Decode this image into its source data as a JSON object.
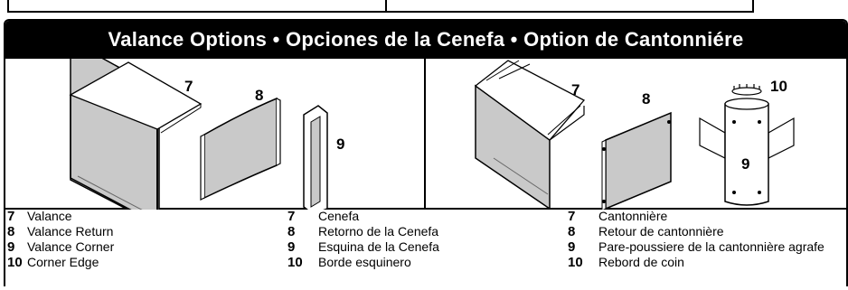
{
  "header": {
    "title": "Valance Options • Opciones de la Cenefa • Option de Cantonniére"
  },
  "illustrations": {
    "left_labels": [
      "7",
      "8",
      "9"
    ],
    "right_labels": [
      "7",
      "8",
      "10",
      "9"
    ]
  },
  "legend": {
    "english": [
      {
        "num": "7",
        "text": "Valance"
      },
      {
        "num": "8",
        "text": "Valance Return"
      },
      {
        "num": "9",
        "text": "Valance Corner"
      },
      {
        "num": "10",
        "text": "Corner Edge"
      }
    ],
    "spanish": [
      {
        "num": "7",
        "text": "Cenefa"
      },
      {
        "num": "8",
        "text": "Retorno de la Cenefa"
      },
      {
        "num": "9",
        "text": "Esquina de la Cenefa"
      },
      {
        "num": "10",
        "text": "Borde esquinero"
      }
    ],
    "french": [
      {
        "num": "7",
        "text": "Cantonnière"
      },
      {
        "num": "8",
        "text": "Retour de cantonnière"
      },
      {
        "num": "9",
        "text": "Pare-poussiere de la cantonnière agrafe"
      },
      {
        "num": "10",
        "text": "Rebord de coin"
      }
    ]
  }
}
